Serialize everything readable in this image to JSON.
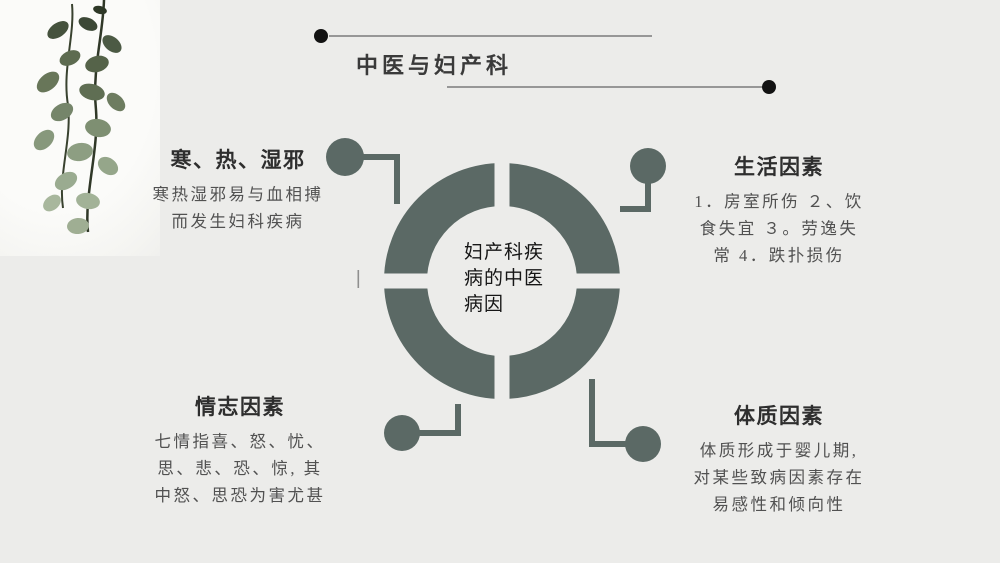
{
  "colors": {
    "background": "#ececea",
    "accent": "#5b6965",
    "title_ink": "#3a3a3a",
    "heading_ink": "#2e2e2e",
    "body_ink": "#515151",
    "rule_gray": "#979797",
    "dot_black": "#121212"
  },
  "header": {
    "title": "中医与妇产科"
  },
  "donut": {
    "center_lines": [
      "妇产科疾",
      "病的中医",
      "病因"
    ]
  },
  "factors": [
    {
      "heading": "寒、热、湿邪",
      "lines": [
        "寒热湿邪易与血相搏",
        "而发生妇科疾病"
      ]
    },
    {
      "heading": "生活因素",
      "lines": [
        "1．房室所伤 ２、饮",
        "食失宜 ３。劳逸失",
        "常 4．跌扑损伤"
      ]
    },
    {
      "heading": "情志因素",
      "lines": [
        "七情指喜、怒、忧、",
        "思、悲、恐、惊, 其",
        "中怒、思恐为害尤甚"
      ]
    },
    {
      "heading": "体质因素",
      "lines": [
        "体质形成于婴儿期,",
        "对某些致病因素存在",
        "易感性和倾向性"
      ]
    }
  ],
  "decor": {
    "plant": "eucalyptus-branch"
  }
}
